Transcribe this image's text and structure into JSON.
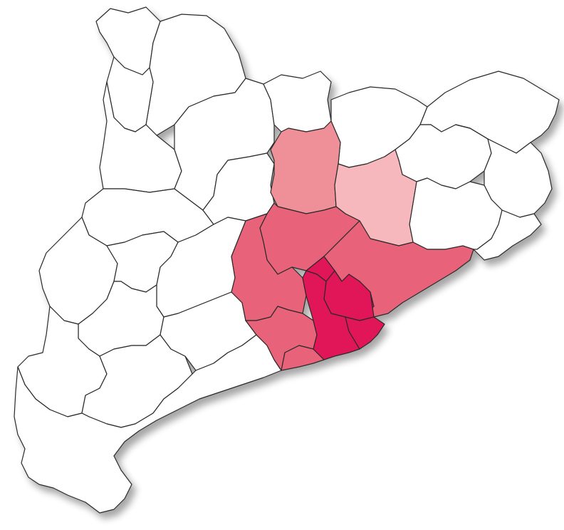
{
  "map": {
    "palette": {
      "level_0": "#ffffff",
      "level_1": "#f6b8bc",
      "level_2": "#ef9098",
      "level_3": "#e8647a",
      "level_4": "#e01458"
    },
    "regions": [
      {
        "id": "r-northwest-1",
        "level": 0
      },
      {
        "id": "r-northwest-2",
        "level": 0
      },
      {
        "id": "r-northwest-3",
        "level": 0
      },
      {
        "id": "r-west-1",
        "level": 0
      },
      {
        "id": "r-west-2",
        "level": 0
      },
      {
        "id": "r-west-3",
        "level": 0
      },
      {
        "id": "r-west-4",
        "level": 0
      },
      {
        "id": "r-center-west-1",
        "level": 0
      },
      {
        "id": "r-center-west-2",
        "level": 0
      },
      {
        "id": "r-center-west-3",
        "level": 0
      },
      {
        "id": "r-south-1",
        "level": 0
      },
      {
        "id": "r-south-2",
        "level": 0
      },
      {
        "id": "r-south-3",
        "level": 0
      },
      {
        "id": "r-south-4",
        "level": 0
      },
      {
        "id": "r-south-coast",
        "level": 0
      },
      {
        "id": "r-north-1",
        "level": 0
      },
      {
        "id": "r-north-2",
        "level": 0
      },
      {
        "id": "r-northeast-1",
        "level": 0
      },
      {
        "id": "r-northeast-2",
        "level": 0
      },
      {
        "id": "r-northeast-3",
        "level": 0
      },
      {
        "id": "r-east-1",
        "level": 0
      },
      {
        "id": "r-east-2",
        "level": 0
      },
      {
        "id": "r-east-3",
        "level": 0
      },
      {
        "id": "r-osona",
        "level": 2
      },
      {
        "id": "r-girona-inland",
        "level": 1
      },
      {
        "id": "r-bages",
        "level": 3
      },
      {
        "id": "r-anoia",
        "level": 3
      },
      {
        "id": "r-alt-penedes",
        "level": 3
      },
      {
        "id": "r-garraf",
        "level": 3
      },
      {
        "id": "r-valles-occ",
        "level": 4
      },
      {
        "id": "r-valles-or",
        "level": 4
      },
      {
        "id": "r-baix-llob",
        "level": 4
      },
      {
        "id": "r-barcelona",
        "level": 4
      },
      {
        "id": "r-maresme",
        "level": 3
      },
      {
        "id": "r-moianes",
        "level": 3
      }
    ]
  }
}
